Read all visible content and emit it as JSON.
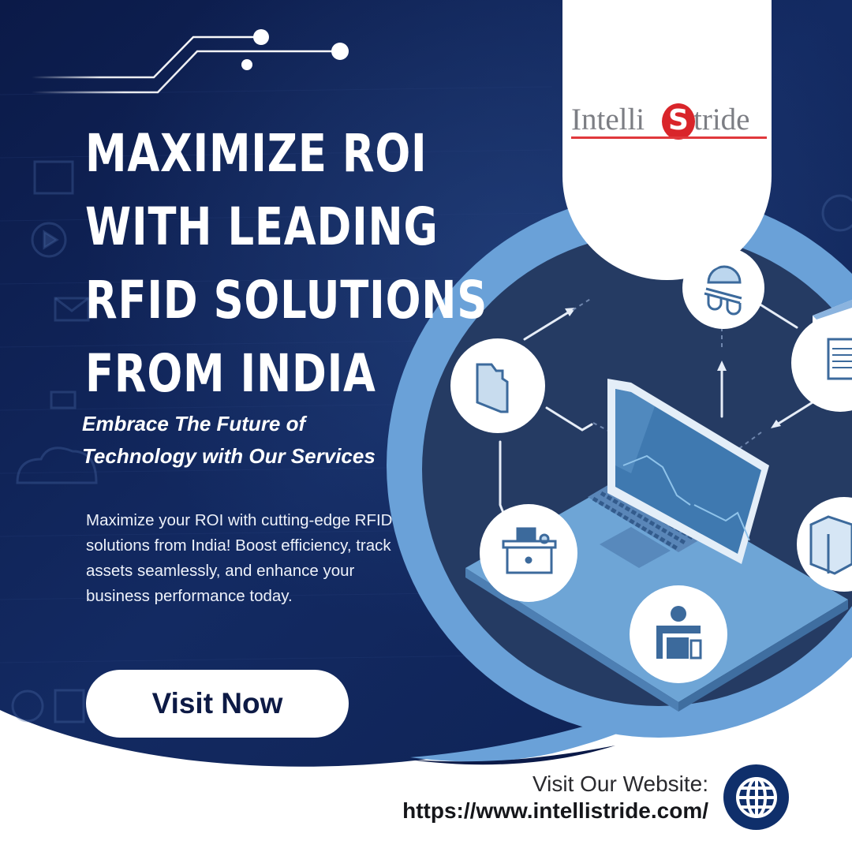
{
  "brand": {
    "name_left": "Intelli",
    "name_s": "S",
    "name_right": "tride",
    "colors": {
      "navy": "#0c1b4a",
      "navy_mid": "#14295e",
      "circle_dark": "#253b63",
      "sky_blue": "#6aa1d8",
      "accent_red": "#d9252a",
      "white": "#ffffff"
    }
  },
  "headline": {
    "lines": [
      "MAXIMIZE ROI",
      "WITH LEADING",
      "RFID SOLUTIONS",
      "FROM INDIA"
    ]
  },
  "subheadline": {
    "lines": [
      "Embrace The Future of",
      "Technology with Our Services"
    ]
  },
  "body": {
    "text": "Maximize your ROI with cutting-edge RFID solutions from India! Boost efficiency, track assets seamlessly, and enhance your business performance today."
  },
  "cta": {
    "label": "Visit Now"
  },
  "footer": {
    "label": "Visit Our Website:",
    "url": "https://www.intellistride.com/",
    "icon": "globe-icon"
  },
  "illustration": {
    "center": "laptop-with-chart",
    "nodes": [
      "folder-icon",
      "helmet-icon",
      "document-icon",
      "desk-icon",
      "user-desk-icon",
      "box-icon"
    ]
  }
}
